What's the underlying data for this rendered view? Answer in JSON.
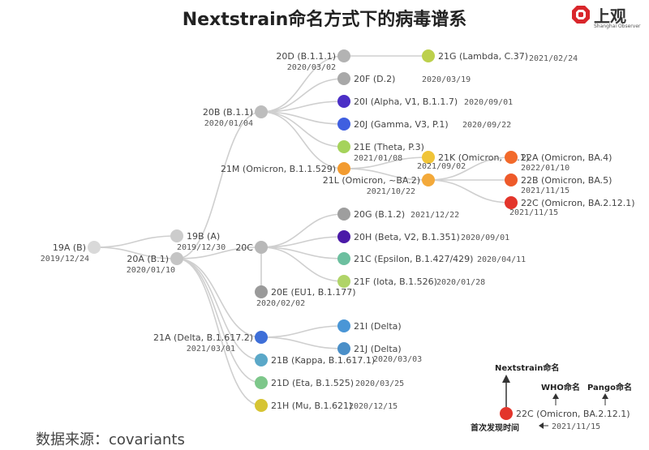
{
  "title": "Nextstrain命名方式下的病毒谱系",
  "logo": {
    "brand": "上观",
    "sub": "Shanghai Observer"
  },
  "source": "数据来源：covariants",
  "nodes": [
    {
      "id": "19A",
      "label": "19A (B)",
      "date": "2019/12/24",
      "color": "#d9d9d9"
    },
    {
      "id": "19B",
      "label": "19B (A)",
      "date": "2019/12/30",
      "color": "#cccccc"
    },
    {
      "id": "20A",
      "label": "20A (B.1)",
      "date": "2020/01/10",
      "color": "#c4c4c4"
    },
    {
      "id": "20B",
      "label": "20B (B.1.1)",
      "date": "2020/01/04",
      "color": "#bdbdbd"
    },
    {
      "id": "20D",
      "label": "20D (B.1.1.1)",
      "date": "2020/03/02",
      "color": "#b3b3b3"
    },
    {
      "id": "21G",
      "label": "21G (Lambda, C.37)",
      "date": "2021/02/24",
      "color": "#bcd04c"
    },
    {
      "id": "20F",
      "label": "20F (D.2)",
      "date": "2020/03/19",
      "color": "#a8a8a8"
    },
    {
      "id": "20I",
      "label": "20I (Alpha, V1, B.1.1.7)",
      "date": "2020/09/01",
      "color": "#4b2fc6"
    },
    {
      "id": "20J",
      "label": "20J (Gamma, V3, P.1)",
      "date": "2020/09/22",
      "color": "#3f5fe0"
    },
    {
      "id": "21E",
      "label": "21E (Theta, P.3)",
      "date": "2021/01/08",
      "color": "#a5d35b"
    },
    {
      "id": "21M",
      "label": "21M (Omicron, B.1.1.529)",
      "date": "",
      "color": "#f29b30"
    },
    {
      "id": "21K",
      "label": "21K (Omicron, BA.1)",
      "date": "2021/09/02",
      "color": "#f0c438"
    },
    {
      "id": "21L",
      "label": "21L (Omicron, ~BA.2)",
      "date": "2021/10/22",
      "color": "#f3a93a"
    },
    {
      "id": "22A",
      "label": "22A (Omicron, BA.4)",
      "date": "2022/01/10",
      "color": "#f26a2b"
    },
    {
      "id": "22B",
      "label": "22B (Omicron, BA.5)",
      "date": "2021/11/15",
      "color": "#ee5a2a"
    },
    {
      "id": "22C",
      "label": "22C (Omicron, BA.2.12.1)",
      "date": "2021/11/15",
      "color": "#e3352b"
    },
    {
      "id": "20C",
      "label": "20C",
      "date": "",
      "color": "#b8b8b8"
    },
    {
      "id": "20G",
      "label": "20G (B.1.2)",
      "date": "2021/12/22",
      "color": "#9e9e9e"
    },
    {
      "id": "20H",
      "label": "20H (Beta, V2, B.1.351)",
      "date": "2020/09/01",
      "color": "#4b1aa8"
    },
    {
      "id": "21C",
      "label": "21C (Epsilon, B.1.427/429)",
      "date": "2020/04/11",
      "color": "#6cbf9f"
    },
    {
      "id": "21F",
      "label": "21F (Iota, B.1.526)",
      "date": "2020/01/28",
      "color": "#b0d468"
    },
    {
      "id": "20E",
      "label": "20E (EU1, B.1.177)",
      "date": "2020/02/02",
      "color": "#9a9a9a"
    },
    {
      "id": "21A",
      "label": "21A (Delta, B.1.617.2)",
      "date": "2021/03/01",
      "color": "#3e6fd8"
    },
    {
      "id": "21I",
      "label": "21I (Delta)",
      "date": "",
      "color": "#4a96d6"
    },
    {
      "id": "21J",
      "label": "21J (Delta)",
      "date": "2020/03/03",
      "color": "#4a8fc8"
    },
    {
      "id": "21B",
      "label": "21B (Kappa, B.1.617.1)",
      "date": "",
      "color": "#5ba8c8"
    },
    {
      "id": "21D",
      "label": "21D (Eta, B.1.525)",
      "date": "2020/03/25",
      "color": "#7dc78a"
    },
    {
      "id": "21H",
      "label": "21H (Mu, B.1.621)",
      "date": "2020/12/15",
      "color": "#d6c433"
    }
  ],
  "edges": [
    [
      "19A",
      "19B"
    ],
    [
      "19A",
      "20A"
    ],
    [
      "20A",
      "20B"
    ],
    [
      "20A",
      "20C"
    ],
    [
      "20A",
      "21A"
    ],
    [
      "20A",
      "21B"
    ],
    [
      "20A",
      "21D"
    ],
    [
      "20A",
      "21H"
    ],
    [
      "20B",
      "20D"
    ],
    [
      "20B",
      "20F"
    ],
    [
      "20B",
      "20I"
    ],
    [
      "20B",
      "20J"
    ],
    [
      "20B",
      "21E"
    ],
    [
      "20B",
      "21M"
    ],
    [
      "20D",
      "21G"
    ],
    [
      "21M",
      "21K"
    ],
    [
      "21M",
      "21L"
    ],
    [
      "21L",
      "22A"
    ],
    [
      "21L",
      "22B"
    ],
    [
      "21L",
      "22C"
    ],
    [
      "20C",
      "20G"
    ],
    [
      "20C",
      "20H"
    ],
    [
      "20C",
      "21C"
    ],
    [
      "20C",
      "21F"
    ],
    [
      "20C",
      "20E"
    ],
    [
      "21A",
      "21I"
    ],
    [
      "21A",
      "21J"
    ]
  ],
  "legend": {
    "example_label": "22C (Omicron, BA.2.12.1)",
    "example_date": "2021/11/15",
    "example_color": "#e3352b",
    "nextstrain_name": "Nextstrain命名",
    "who_name": "WHO命名",
    "pango_name": "Pango命名",
    "first_found": "首次发现时间"
  }
}
